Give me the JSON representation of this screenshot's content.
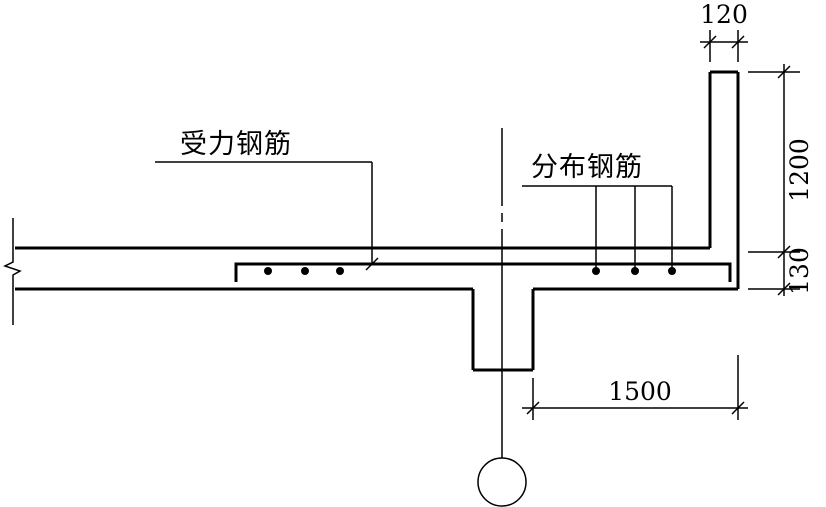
{
  "labels": {
    "main_rebar": "受力钢筋",
    "distribution_rebar": "分布钢筋"
  },
  "dimensions": {
    "wall_thickness": "120",
    "wall_height": "1200",
    "slab_thickness": "130",
    "cantilever_length": "1500"
  }
}
